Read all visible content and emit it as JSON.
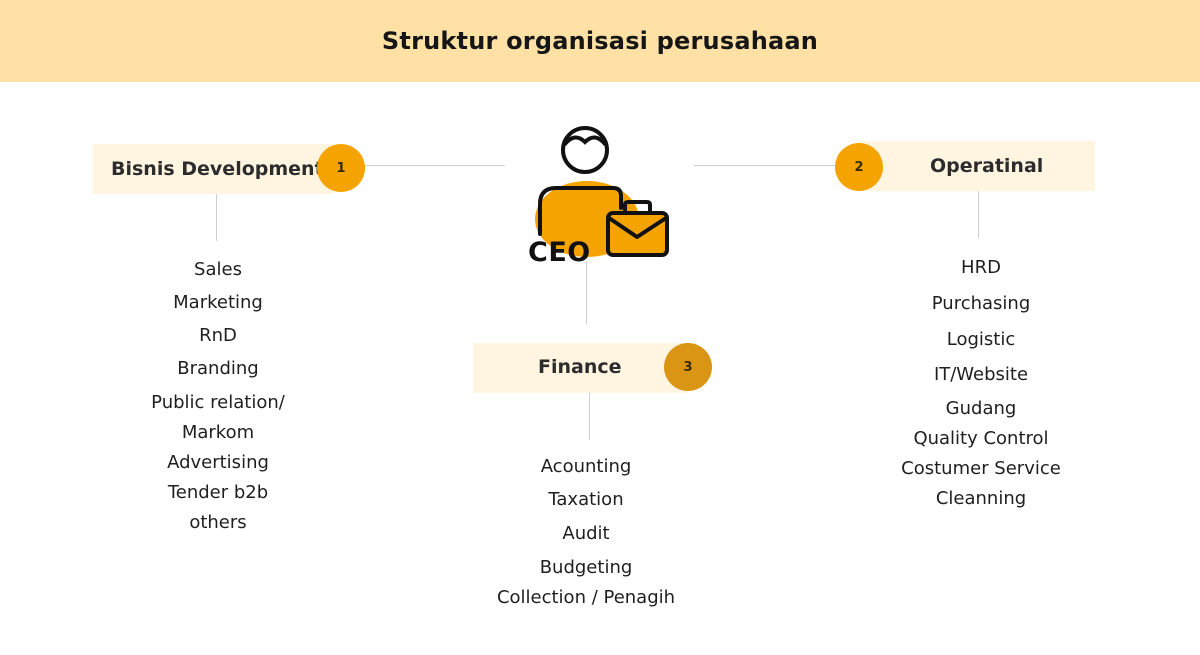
{
  "header": {
    "title": "Struktur organisasi perusahaan"
  },
  "ceo": {
    "label": "CEO"
  },
  "colors": {
    "header_bg": "#ffe1a6",
    "box_bg": "#fff5e1",
    "accent": "#f5a300",
    "accent_dark": "#d99513"
  },
  "departments": [
    {
      "label": "Bisnis Development",
      "number": "1",
      "items": [
        "Sales",
        "Marketing",
        "RnD",
        "Branding",
        "Public relation/",
        "Markom",
        "Advertising",
        "Tender b2b",
        "others"
      ]
    },
    {
      "label": "Operatinal",
      "number": "2",
      "items": [
        "HRD",
        "Purchasing",
        "Logistic",
        "IT/Website",
        "Gudang",
        "Quality Control",
        "Costumer Service",
        "Cleanning"
      ]
    },
    {
      "label": "Finance",
      "number": "3",
      "items": [
        "Acounting",
        "Taxation",
        "Audit",
        "Budgeting",
        "Collection / Penagih"
      ]
    }
  ]
}
